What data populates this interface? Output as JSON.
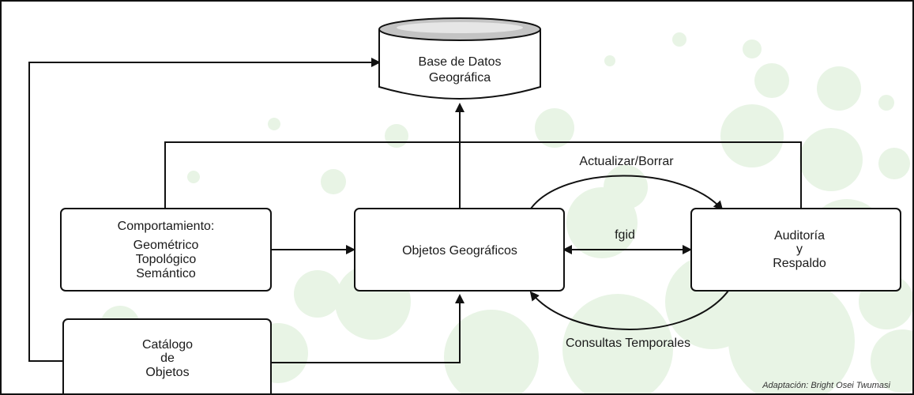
{
  "colors": {
    "line": "#111111",
    "bubble": "#e6f3e3",
    "bubble_dark": "#d6ecd2",
    "box_fill": "#ffffff",
    "db_top": "#bdbdbd"
  },
  "nodes": {
    "database": {
      "line1": "Base de Datos",
      "line2": "Geográfica"
    },
    "behavior": {
      "title": "Comportamiento:",
      "item1": "Geométrico",
      "item2": "Topológico",
      "item3": "Semántico"
    },
    "objects": {
      "label": "Objetos Geográficos"
    },
    "audit": {
      "line1": "Auditoría",
      "line2": "y",
      "line3": "Respaldo"
    },
    "catalog": {
      "line1": "Catálogo",
      "line2": "de",
      "line3": "Objetos"
    }
  },
  "edges": {
    "update_delete": "Actualizar/Borrar",
    "fgid": "fgid",
    "temporal_queries": "Consultas Temporales"
  },
  "credit": "Adaptación: Bright Osei Twumasi"
}
